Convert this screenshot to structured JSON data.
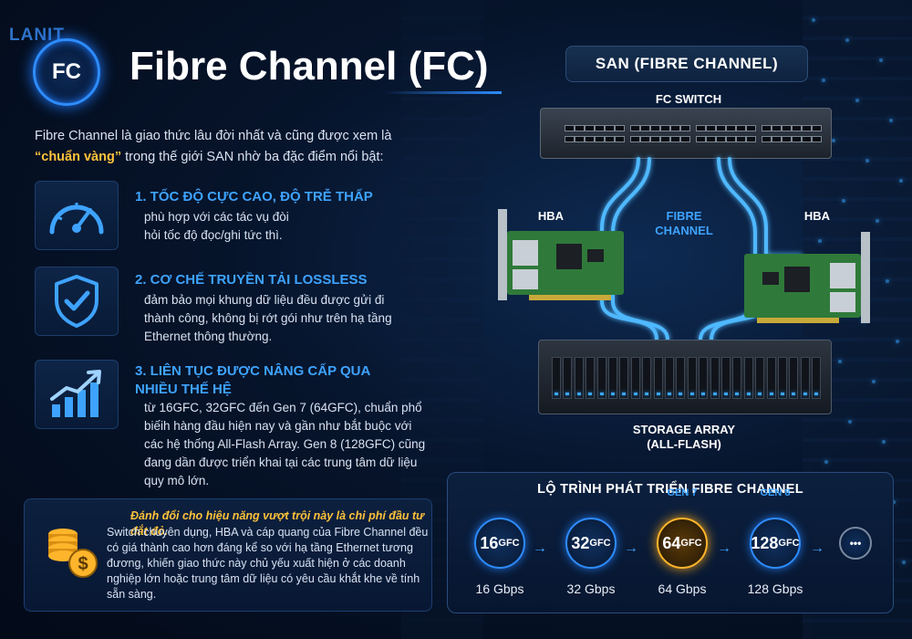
{
  "brand": {
    "logo": "LANIT",
    "badge": "FC",
    "title": "Fibre Channel (FC)"
  },
  "intro": {
    "line1": "Fibre Channel là giao thức lâu đời nhất và cũng được xem là",
    "highlight": "“chuẩn vàng”",
    "line2": " trong thế giới SAN nhờ ba đặc điểm nổi bật:"
  },
  "features": [
    {
      "title": "1. TỐC ĐỘ CỰC CAO, ĐỘ TRỄ THẤP",
      "desc": "phù hợp với các tác vụ đòi hỏi tốc độ đọc/ghi tức thì.",
      "icon": "speedometer-icon"
    },
    {
      "title": "2. CƠ CHẾ TRUYỀN TẢI LOSSLESS",
      "desc": "đảm bảo mọi khung dữ liệu đều được gửi đi thành công, không bị rớt gói như trên hạ tầng Ethernet thông thường.",
      "icon": "shield-check-icon"
    },
    {
      "title": "3. LIÊN TỤC ĐƯỢC NÂNG CẤP QUA NHIỀU THẾ HỆ",
      "desc": "từ 16GFC, 32GFC đến Gen 7 (64GFC), chuẩn phổ biếih hàng đầu hiện nay và gần như bắt buộc với các hệ thống All-Flash Array. Gen 8 (128GFC) cũng đang dần được triển khai tại các trung tâm dữ liệu quy mô lớn.",
      "icon": "growth-chart-icon"
    }
  ],
  "cost": {
    "highlight": "Đánh đổi cho hiệu năng vượt trội này là chi phí đầu tư đắt đỏ.",
    "text": "Switch chuyên dụng, HBA và cáp quang của Fibre Channel đều có giá thành cao hơn đáng kể so với hạ tầng Ethernet tương đương, khiến giao thức này chủ yếu xuất hiện ở các doanh nghiệp lớn hoặc trung tâm dữ liệu có yêu cầu khắt khe về tính sẵn sàng.",
    "icon": "coins-dollar-icon"
  },
  "san": {
    "header": "SAN (FIBRE CHANNEL)",
    "switch_label": "FC SWITCH",
    "hba_left": "HBA",
    "hba_right": "HBA",
    "fibre_label_1": "FIBRE",
    "fibre_label_2": "CHANNEL",
    "storage_label_1": "STORAGE ARRAY",
    "storage_label_2": "(ALL-FLASH)"
  },
  "roadmap": {
    "title": "LỘ TRÌNH PHÁT TRIỂN FIBRE CHANNEL",
    "steps": [
      {
        "num": "16",
        "unit": "GFC",
        "gen": "",
        "speed": "16 Gbps"
      },
      {
        "num": "32",
        "unit": "GFC",
        "gen": "",
        "speed": "32 Gbps"
      },
      {
        "num": "64",
        "unit": "GFC",
        "gen": "GEN 7",
        "speed": "64 Gbps"
      },
      {
        "num": "128",
        "unit": "GFC",
        "gen": "GEN 8",
        "speed": "128 Gbps"
      }
    ],
    "more": "•••",
    "colors": {
      "accent": "#2e8cff",
      "highlight": "#ffb52b"
    }
  }
}
